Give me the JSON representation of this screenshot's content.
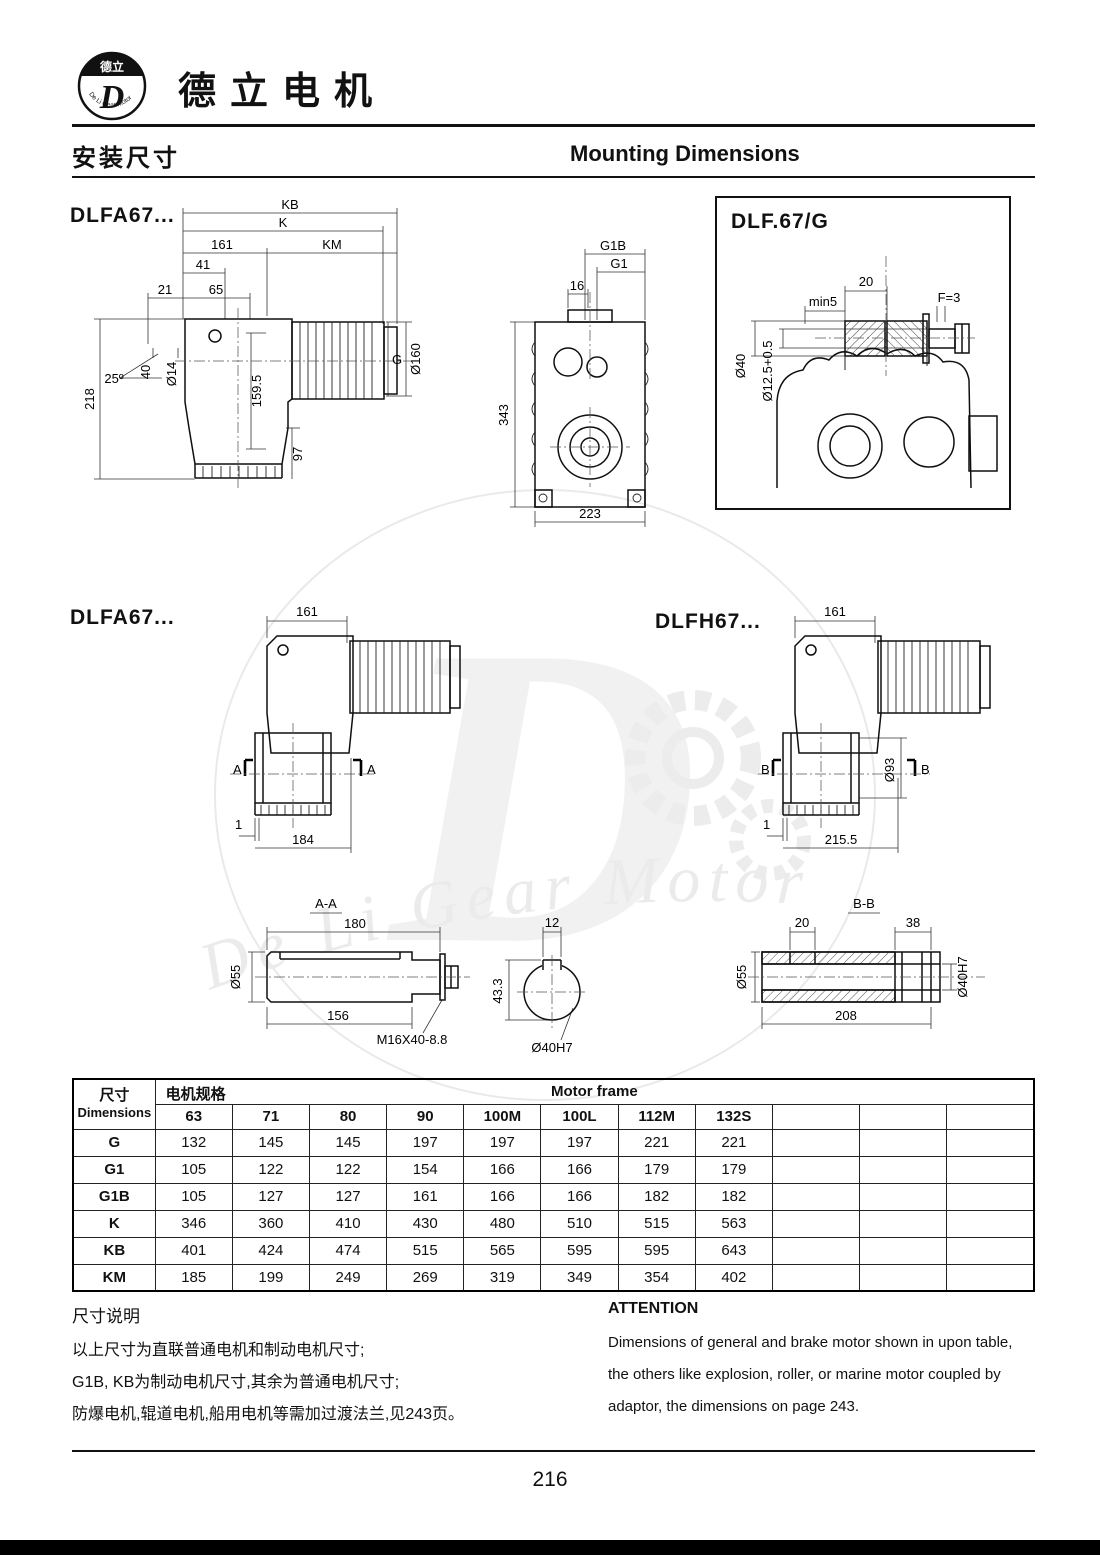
{
  "header": {
    "brand": "德立电机",
    "logo_zh": "德立",
    "logo_d": "D",
    "logo_en": "De Li Gear Motor"
  },
  "titles": {
    "zh": "安装尺寸",
    "en": "Mounting Dimensions"
  },
  "watermark": {
    "d": "D",
    "text": "De Li Gear Motor"
  },
  "d1": {
    "label": "DLFA67...",
    "kb": "KB",
    "k": "K",
    "n161": "161",
    "km": "KM",
    "n41": "41",
    "n21": "21",
    "n65": "65",
    "deg": "25º",
    "n40": "40",
    "d14": "Ø14",
    "n218": "218",
    "n1595": "159.5",
    "n97": "97",
    "g": "G",
    "d160": "Ø160"
  },
  "d2": {
    "g1b": "G1B",
    "g1": "G1",
    "n16": "16",
    "n343": "343",
    "n223": "223"
  },
  "d3": {
    "label": "DLF.67/G",
    "n20": "20",
    "min5": "min5",
    "f3": "F=3",
    "d40": "Ø40",
    "d125": "Ø12.5+0.5"
  },
  "d4": {
    "label": "DLFA67...",
    "n161": "161",
    "a": "A",
    "n1": "1",
    "n184": "184"
  },
  "d5": {
    "label": "DLFH67...",
    "n161": "161",
    "b": "B",
    "d93": "Ø93",
    "n1": "1",
    "n2155": "215.5"
  },
  "s1": {
    "label": "A-A",
    "n180": "180",
    "d55": "Ø55",
    "n156": "156",
    "bolt": "M16X40-8.8"
  },
  "s2": {
    "n12": "12",
    "n433": "43.3",
    "d40h7": "Ø40H7"
  },
  "s3": {
    "label": "B-B",
    "n20": "20",
    "n38": "38",
    "d55": "Ø55",
    "n208": "208",
    "d40h7": "Ø40H7"
  },
  "table": {
    "dim_zh": "尺寸",
    "dim_en": "Dimensions",
    "motor_zh": "电机规格",
    "motor_en": "Motor frame",
    "frames": [
      "63",
      "71",
      "80",
      "90",
      "100M",
      "100L",
      "112M",
      "132S",
      "",
      "",
      ""
    ],
    "rows": [
      {
        "label": "G",
        "values": [
          "132",
          "145",
          "145",
          "197",
          "197",
          "197",
          "221",
          "221",
          "",
          "",
          ""
        ]
      },
      {
        "label": "G1",
        "values": [
          "105",
          "122",
          "122",
          "154",
          "166",
          "166",
          "179",
          "179",
          "",
          "",
          ""
        ]
      },
      {
        "label": "G1B",
        "values": [
          "105",
          "127",
          "127",
          "161",
          "166",
          "166",
          "182",
          "182",
          "",
          "",
          ""
        ]
      },
      {
        "label": "K",
        "values": [
          "346",
          "360",
          "410",
          "430",
          "480",
          "510",
          "515",
          "563",
          "",
          "",
          ""
        ]
      },
      {
        "label": "KB",
        "values": [
          "401",
          "424",
          "474",
          "515",
          "565",
          "595",
          "595",
          "643",
          "",
          "",
          ""
        ]
      },
      {
        "label": "KM",
        "values": [
          "185",
          "199",
          "249",
          "269",
          "319",
          "349",
          "354",
          "402",
          "",
          "",
          ""
        ]
      }
    ]
  },
  "notes": {
    "zh_title": "尺寸说明",
    "zh_lines": [
      "以上尺寸为直联普通电机和制动电机尺寸;",
      "G1B, KB为制动电机尺寸,其余为普通电机尺寸;",
      "防爆电机,辊道电机,船用电机等需加过渡法兰,见243页。"
    ],
    "en_title": "ATTENTION",
    "en_lines": [
      "Dimensions of general and brake motor shown in upon table,",
      "the others like explosion, roller, or marine motor coupled by",
      "adaptor, the dimensions on page 243."
    ]
  },
  "footer": {
    "page": "216"
  }
}
